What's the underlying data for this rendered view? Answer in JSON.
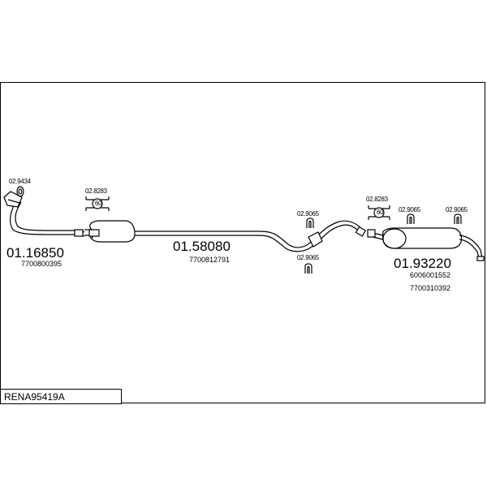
{
  "parts": [
    {
      "number": "01.16850",
      "oem": [
        "7700800395"
      ]
    },
    {
      "number": "01.58080",
      "oem": [
        "7700812791"
      ]
    },
    {
      "number": "01.93220",
      "oem": [
        "6006001552",
        "7700310392"
      ]
    }
  ],
  "accessories": [
    {
      "code": "02.9434",
      "icon": "clamp-ring-icon"
    },
    {
      "code": "02.8283",
      "icon": "clamp-icon"
    },
    {
      "code": "02.9065",
      "icon": "rubber-hanger-icon"
    },
    {
      "code": "02.9065",
      "icon": "rubber-hanger-icon"
    },
    {
      "code": "02.8283",
      "icon": "clamp-icon"
    },
    {
      "code": "02.9065",
      "icon": "rubber-hanger-icon"
    },
    {
      "code": "02.9065",
      "icon": "rubber-hanger-icon"
    }
  ],
  "title": "RENA95419A",
  "colors": {
    "line": "#000000",
    "background": "#ffffff",
    "part_fill": "#ffffff"
  }
}
